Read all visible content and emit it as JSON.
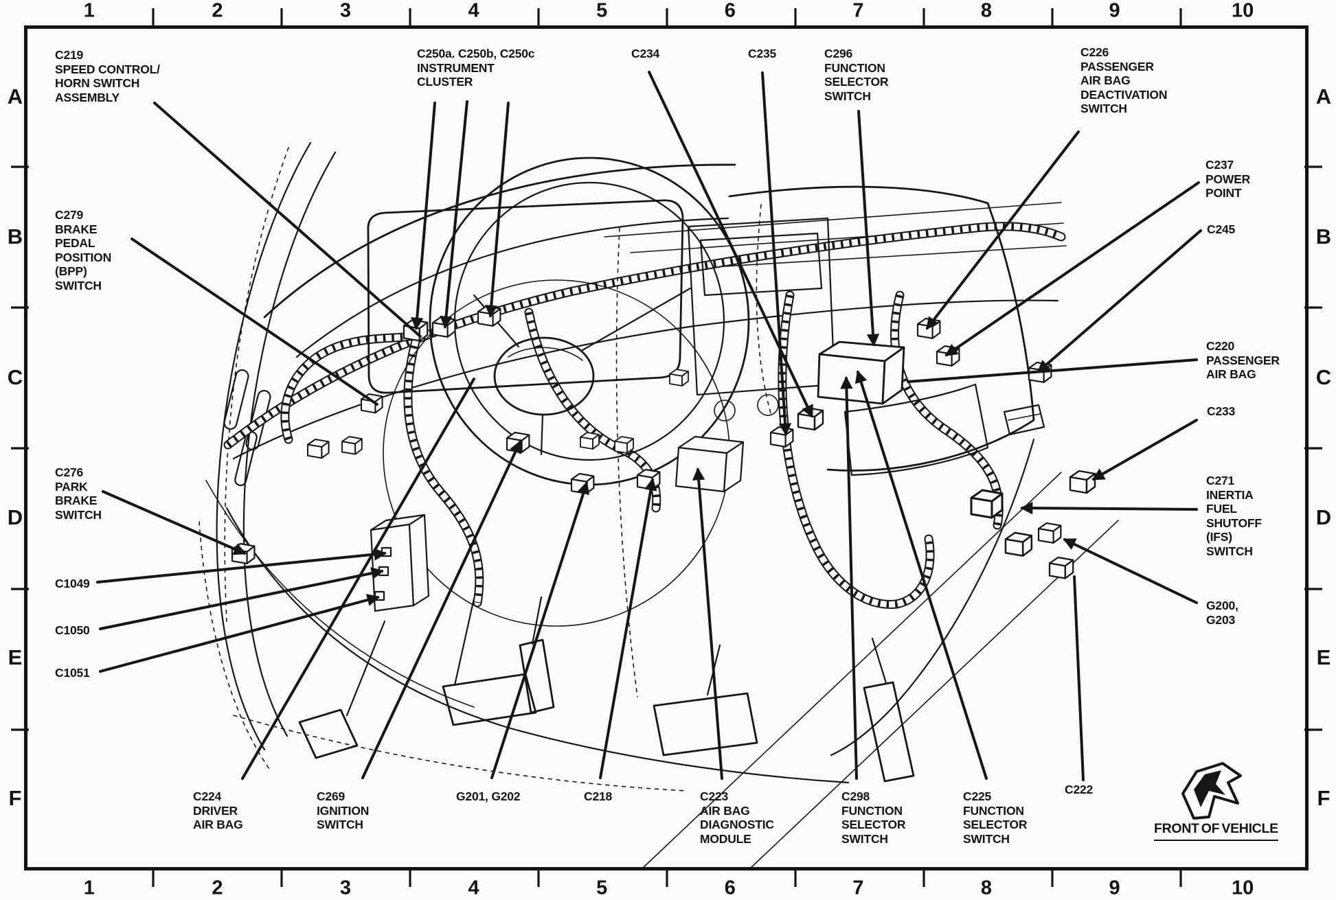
{
  "diagram": {
    "grid": {
      "columns": [
        "1",
        "2",
        "3",
        "4",
        "5",
        "6",
        "7",
        "8",
        "9",
        "10"
      ],
      "rows": [
        "A",
        "B",
        "C",
        "D",
        "E",
        "F"
      ]
    },
    "callouts": {
      "c219": "C219\nSPEED CONTROL/\nHORN SWITCH\nASSEMBLY",
      "c279": "C279\nBRAKE\nPEDAL\nPOSITION\n(BPP)\nSWITCH",
      "c276": "C276\nPARK\nBRAKE\nSWITCH",
      "c1049": "C1049",
      "c1050": "C1050",
      "c1051": "C1051",
      "c250": "C250a. C250b, C250c\nINSTRUMENT\nCLUSTER",
      "c234": "C234",
      "c235": "C235",
      "c296": "C296\nFUNCTION\nSELECTOR\nSWITCH",
      "c226": "C226\nPASSENGER\nAIR BAG\nDEACTIVATION\nSWITCH",
      "c237": "C237\nPOWER\nPOINT",
      "c245": "C245",
      "c220": "C220\nPASSENGER\nAIR BAG",
      "c233": "C233",
      "c271": "C271\nINERTIA\nFUEL\nSHUTOFF\n(IFS)\nSWITCH",
      "g200": "G200,\nG203",
      "c224": "C224\nDRIVER\nAIR BAG",
      "c269": "C269\nIGNITION\nSWITCH",
      "g201": "G201, G202",
      "c218": "C218",
      "c223": "C223\nAIR BAG\nDIAGNOSTIC\nMODULE",
      "c298": "C298\nFUNCTION\nSELECTOR\nSWITCH",
      "c225": "C225\nFUNCTION\nSELECTOR\nSWITCH",
      "c222": "C222"
    },
    "front_label": "FRONT OF VEHICLE",
    "ink_color": "#161616",
    "paper_color": "#fbfbf9"
  }
}
